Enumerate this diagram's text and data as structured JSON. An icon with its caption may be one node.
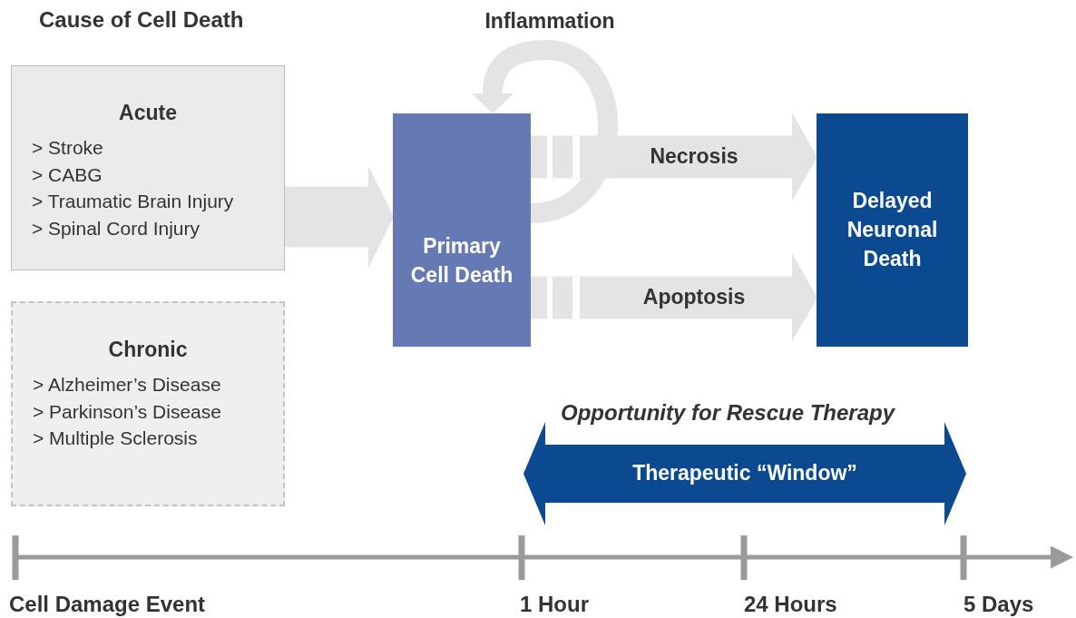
{
  "diagram": {
    "nodes": [
      {
        "text": [
          "Acute",
          "> Stroke",
          "> CABG",
          "> Traumatic Brain Injury",
          "> Spinal Cord Injury"
        ]
      },
      {
        "text": [
          "Chronic",
          "> Alzheimer’s Disease",
          "> Parkinson’s Disease",
          "> Multiple Sclerosis"
        ]
      },
      {
        "text": [
          "Primary Cell Death"
        ]
      },
      {
        "text": [
          "Delayed Neuronal Death"
        ]
      },
      {
        "text": [
          "Therapeutic “Window”"
        ]
      }
    ],
    "edges": [
      {
        "from": 0,
        "to": 2,
        "arrow": "to"
      },
      {
        "from": 2,
        "to": 2,
        "arrow": "to",
        "label": "Inflammation"
      },
      {
        "from": 2,
        "to": 3,
        "arrow": "to",
        "label": "Necrosis"
      },
      {
        "from": 2,
        "to": 3,
        "arrow": "to",
        "label": "Apoptosis"
      }
    ],
    "labels": [
      "Cause of Cell Death",
      "Opportunity for Rescue Therapy",
      "Cell Damage Event",
      "1 Hour",
      "24 Hours",
      "5 Days"
    ]
  }
}
